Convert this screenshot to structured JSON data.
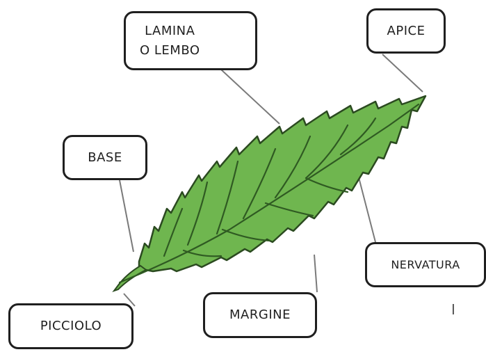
{
  "labels": {
    "lamina": [
      "LAMINA",
      "O LEMBO"
    ],
    "apice": "APICE",
    "base": "BASE",
    "nervatura": "NERVATURA",
    "margine": "MARGINE",
    "picciolo": "PICCIOLO"
  },
  "stray_mark": "I",
  "colors": {
    "leaf_fill": "#6fb64f",
    "leaf_outline": "#2b4a20",
    "vein": "#2f5a22",
    "leader_line": "#7a7a7a",
    "box_border": "#1f1f1f"
  }
}
